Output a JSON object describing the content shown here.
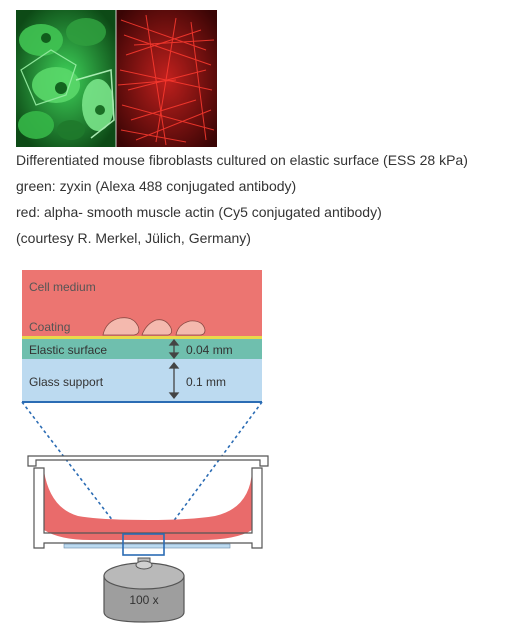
{
  "captions": {
    "line1": "Differentiated mouse fibroblasts cultured on elastic surface (ESS 28 kPa)",
    "line2": "green: zyxin (Alexa 488 conjugated antibody)",
    "line3": "red: alpha- smooth muscle actin (Cy5 conjugated antibody)",
    "line4": "(courtesy R. Merkel, Jülich, Germany)"
  },
  "diagram": {
    "cell_medium": "Cell medium",
    "coating": "Coating",
    "elastic_surface": "Elastic surface",
    "elastic_thickness": "0.04 mm",
    "glass_support": "Glass support",
    "glass_thickness": "0.1 mm",
    "objective_label": "100 x"
  },
  "colors": {
    "medium": "#ec7571",
    "coating_line": "#e9d84a",
    "elastic": "#6fbfae",
    "glass": "#bcdaf0",
    "cell": "#f4b9ae",
    "outline": "#2b6cb4",
    "dish_fill": "#e96b6b",
    "objective": "#9e9e9e"
  },
  "icons": {
    "thickness_arrow": "double-arrow-icon"
  }
}
